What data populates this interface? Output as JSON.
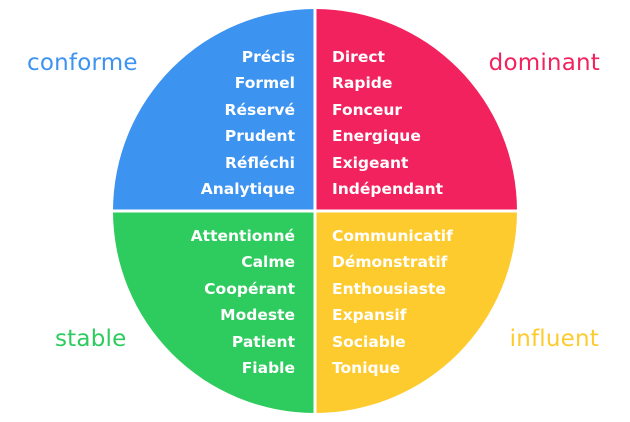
{
  "colors": {
    "conforme": "#3d93f0",
    "dominant": "#f2225e",
    "stable": "#2ecb5e",
    "influent": "#fecb2f",
    "divider": "#ffffff",
    "text_on_quadrant": "#ffffff"
  },
  "quadrants": {
    "conforme": {
      "label": "conforme",
      "traits": [
        "Précis",
        "Formel",
        "Réservé",
        "Prudent",
        "Réfléchi",
        "Analytique"
      ]
    },
    "dominant": {
      "label": "dominant",
      "traits": [
        "Direct",
        "Rapide",
        "Fonceur",
        "Energique",
        "Exigeant",
        "Indépendant"
      ]
    },
    "stable": {
      "label": "stable",
      "traits": [
        "Attentionné",
        "Calme",
        "Coopérant",
        "Modeste",
        "Patient",
        "Fiable"
      ]
    },
    "influent": {
      "label": "influent",
      "traits": [
        "Communicatif",
        "Démonstratif",
        "Enthousiaste",
        "Expansif",
        "Sociable",
        "Tonique"
      ]
    }
  }
}
